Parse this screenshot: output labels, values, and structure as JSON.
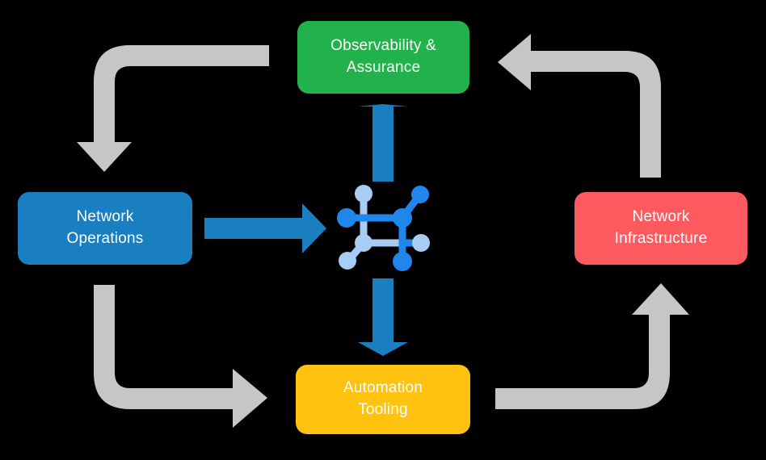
{
  "diagram": {
    "title": "Network operations lifecycle cycle diagram",
    "background_color": "#000000",
    "nodes": [
      {
        "id": "observability",
        "label": "Observability &\nAssurance",
        "color": "#22b24c",
        "text_color": "#ffffff",
        "position": "top"
      },
      {
        "id": "network-operations",
        "label": "Network\nOperations",
        "color": "#1a7fc1",
        "text_color": "#ffffff",
        "position": "left"
      },
      {
        "id": "network-infrastructure",
        "label": "Network\nInfrastructure",
        "color": "#fd5a5f",
        "text_color": "#ffffff",
        "position": "right"
      },
      {
        "id": "automation-tooling",
        "label": "Automation\nTooling",
        "color": "#ffc20e",
        "text_color": "#ffffff",
        "position": "bottom"
      }
    ],
    "center_icon": {
      "name": "network-topology-icon",
      "color_primary": "#1f86ec",
      "color_secondary": "#a8cdf5"
    },
    "connectors": {
      "blue_color": "#1a7fc1",
      "gray_color": "#c6c6c6",
      "blue_arrows": [
        {
          "id": "operations-to-center",
          "direction": "right"
        },
        {
          "id": "center-to-observability",
          "direction": "up"
        },
        {
          "id": "center-to-automation",
          "direction": "down"
        }
      ],
      "gray_arrows": [
        {
          "id": "observability-to-operations",
          "direction": "down"
        },
        {
          "id": "infrastructure-to-observability",
          "direction": "left"
        },
        {
          "id": "operations-to-automation",
          "direction": "right"
        },
        {
          "id": "automation-to-infrastructure",
          "direction": "up"
        }
      ]
    }
  }
}
